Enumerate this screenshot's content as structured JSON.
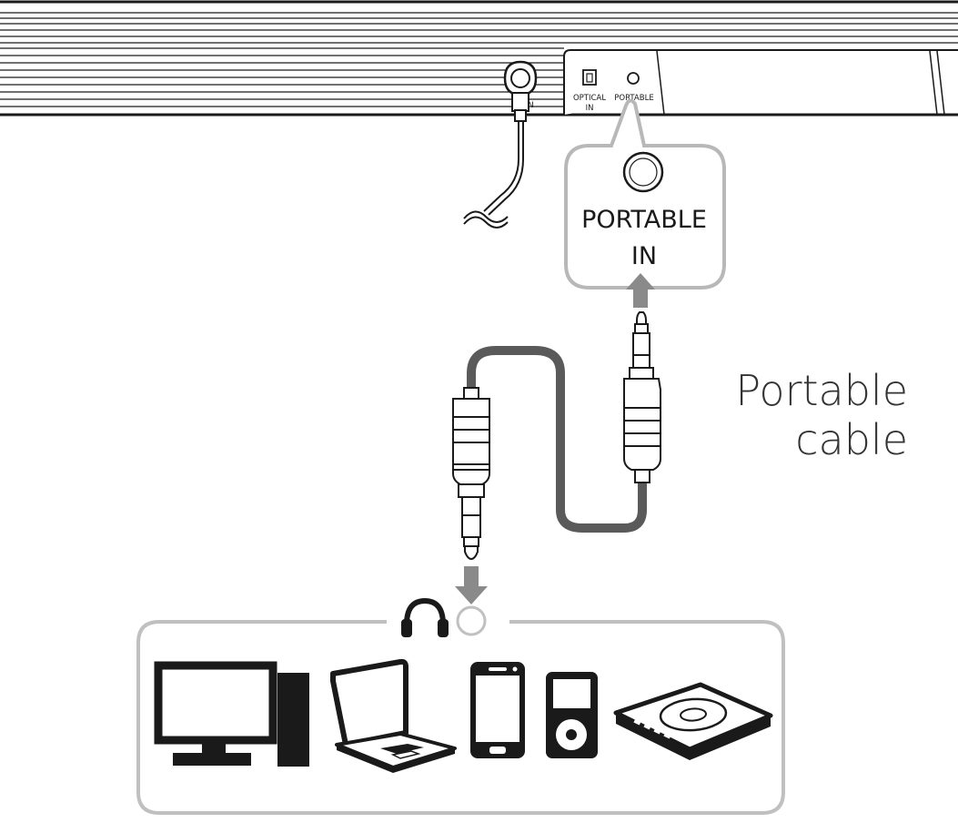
{
  "soundbar": {
    "power_label_fragment": "N",
    "optical_label_line1": "OPTICAL",
    "optical_label_line2": "IN",
    "portable_label": "PORTABLE"
  },
  "callout": {
    "title_line1": "PORTABLE",
    "title_line2": "IN"
  },
  "caption": {
    "line1": "Portable",
    "line2": "cable"
  },
  "devices": [
    "desktop-computer",
    "laptop",
    "smartphone",
    "mp3-player",
    "cd-player"
  ],
  "colors": {
    "outline": "#1a1a1a",
    "callout_gray": "#b8b8b8",
    "arrow_gray": "#8a8a8a",
    "cable_gray": "#5a5a5a"
  }
}
